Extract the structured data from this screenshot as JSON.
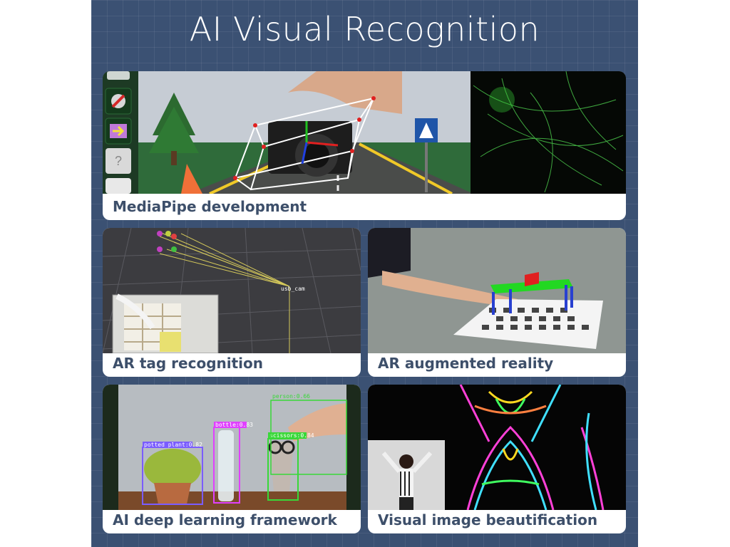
{
  "page": {
    "title": "AI Visual Recognition"
  },
  "cards": [
    {
      "label": "MediaPipe development",
      "image": "hand holding camera with 3D bounding box on toy road scene, green particle effect"
    },
    {
      "label": "AR tag recognition",
      "image": "rviz grid with usb_cam tf frames and camera inset of shelf"
    },
    {
      "label": "AR augmented reality",
      "image": "arm over checkerboard with virtual 3D table"
    },
    {
      "label": "AI deep learning framework",
      "image": "object detection boxes on potted plant, bottle, scissors, person"
    },
    {
      "label": "Visual image beautification",
      "image": "neon edge-effect silhouette with original photo inset"
    }
  ],
  "overlays": {
    "tf_frame": "usb_cam",
    "detections": [
      {
        "name": "potted plant",
        "score": "0.82",
        "color": "#7a5cff"
      },
      {
        "name": "bottle",
        "score": "0.83",
        "color": "#e040ff"
      },
      {
        "name": "scissors",
        "score": "0.84",
        "color": "#38d838"
      },
      {
        "name": "person",
        "score": "0.66",
        "color": "#38d838"
      }
    ]
  },
  "colors": {
    "background": "#3b5173",
    "card": "#ffffff",
    "label_text": "#3d4f6a"
  }
}
